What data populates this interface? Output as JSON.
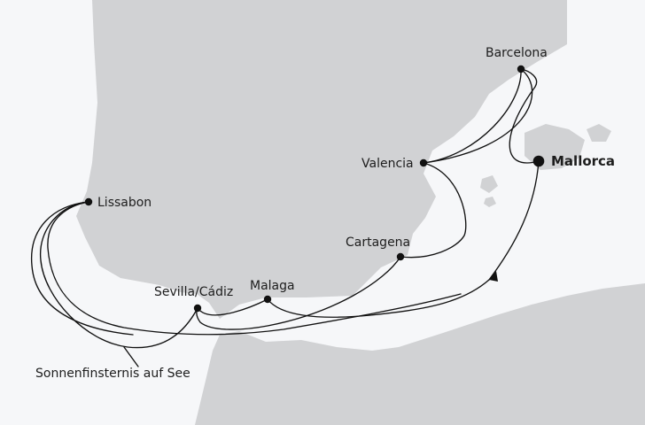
{
  "map": {
    "sea_color": "#f6f7f9",
    "land_color": "#d1d2d4",
    "route_color": "#111111",
    "ports": [
      {
        "name": "Barcelona",
        "bold": false
      },
      {
        "name": "Mallorca",
        "bold": true
      },
      {
        "name": "Valencia",
        "bold": false
      },
      {
        "name": "Cartagena",
        "bold": false
      },
      {
        "name": "Malaga",
        "bold": false
      },
      {
        "name": "Sevilla/Cádiz",
        "bold": false
      },
      {
        "name": "Lissabon",
        "bold": false
      }
    ],
    "annotation": "Sonnenfinsternis auf See"
  }
}
